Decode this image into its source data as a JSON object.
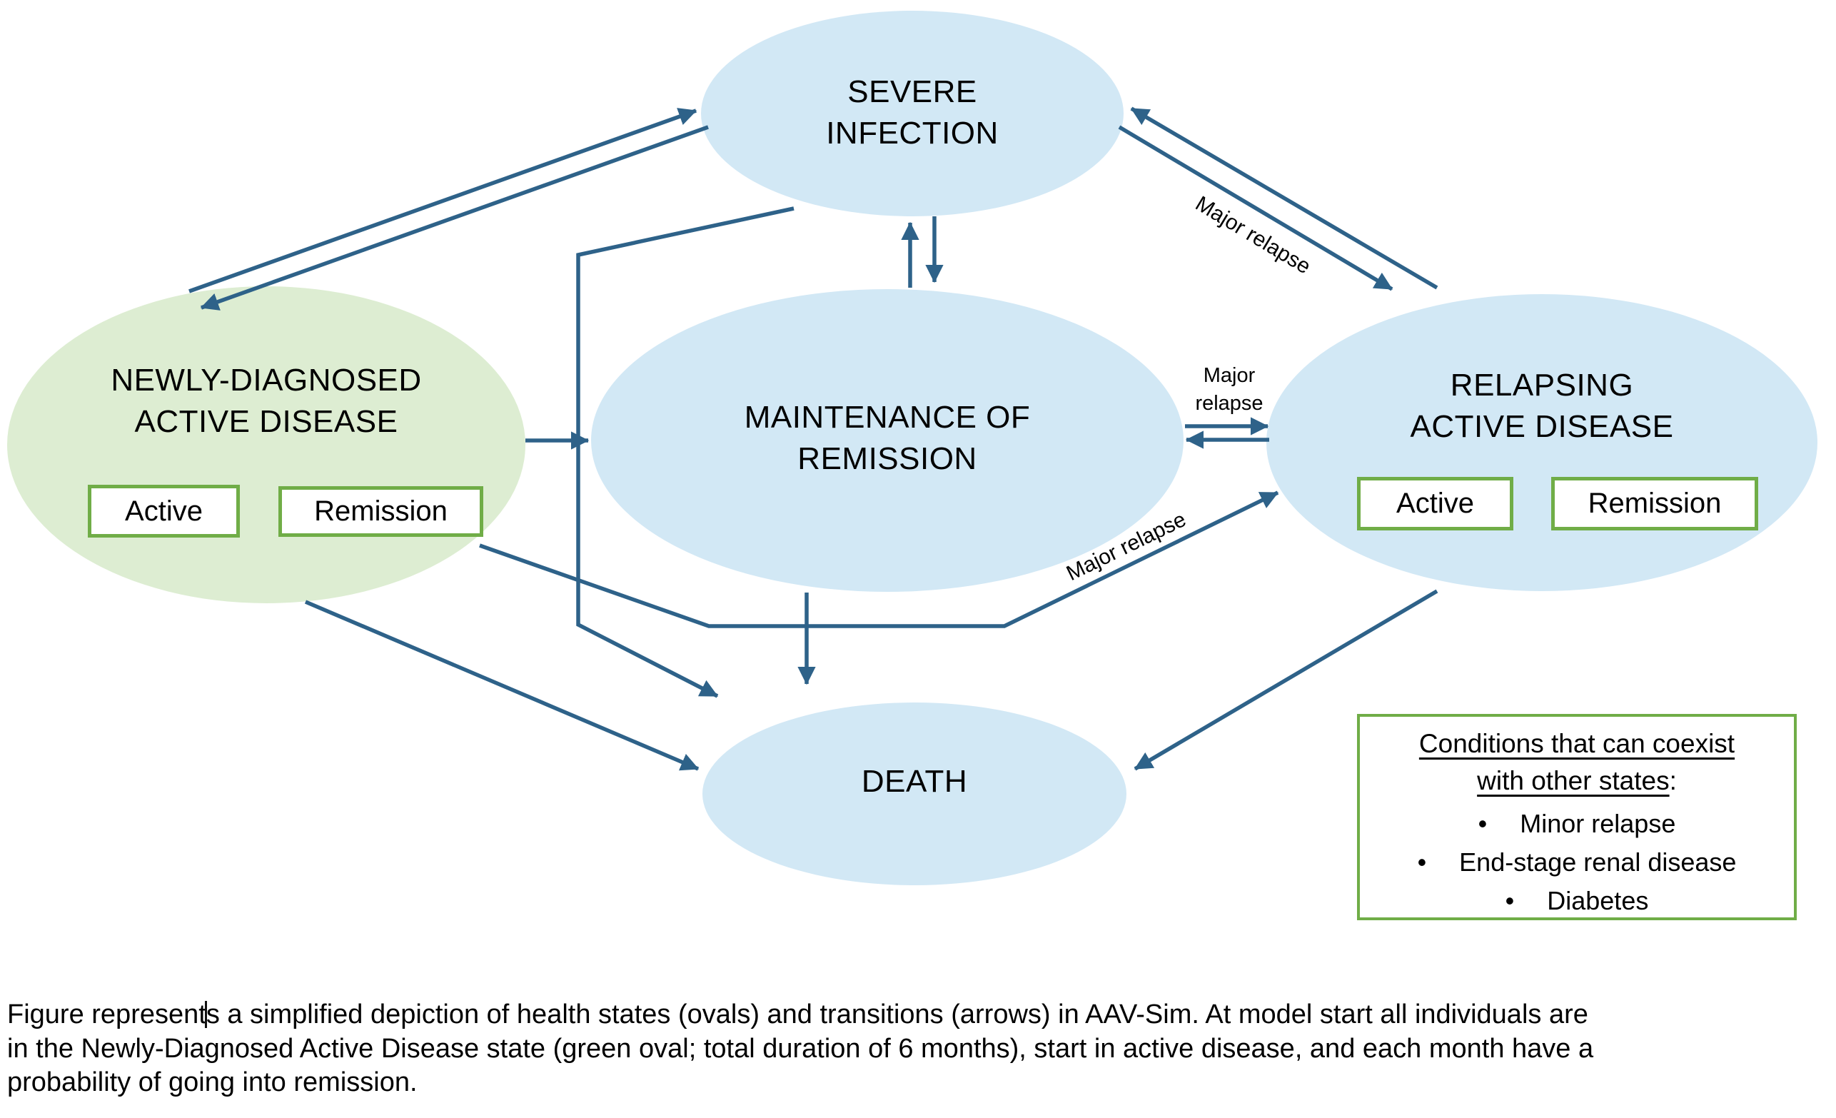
{
  "states": {
    "severe_infection": {
      "line1": "SEVERE",
      "line2": "INFECTION"
    },
    "newly_diagnosed": {
      "line1": "NEWLY-DIAGNOSED",
      "line2": "ACTIVE DISEASE",
      "box1": "Active",
      "box2": "Remission"
    },
    "maintenance": {
      "line1": "MAINTENANCE OF",
      "line2": "REMISSION"
    },
    "relapsing": {
      "line1": "RELAPSING",
      "line2": "ACTIVE DISEASE",
      "box1": "Active",
      "box2": "Remission"
    },
    "death": {
      "line1": "DEATH"
    }
  },
  "transitions": {
    "severe_relapsing_label": "Major relapse",
    "maintenance_relapsing_line1": "Major",
    "maintenance_relapsing_line2": "relapse",
    "newly_relapsing_label": "Major relapse"
  },
  "legend": {
    "title_line1": "Conditions that can coexist",
    "title_line2": "with other states",
    "title_suffix": ":",
    "bullet": "•",
    "items": [
      "Minor relapse",
      "End-stage renal disease",
      "Diabetes"
    ]
  },
  "caption": {
    "line1a": "Figure represent",
    "line1b": "s a simplified depiction of health states (ovals) and transitions (arrows) in AAV-Sim. At model start all individuals are",
    "line2": "in the Newly-Diagnosed Active Disease state (green oval; total duration of 6 months), start in active disease, and each month have a",
    "line3": "probability of going into remission."
  },
  "colors": {
    "state_fill_blue": "#d2e8f5",
    "state_fill_green": "#ddedd2",
    "box_border_green": "#70ad47",
    "arrow": "#2e6289"
  }
}
